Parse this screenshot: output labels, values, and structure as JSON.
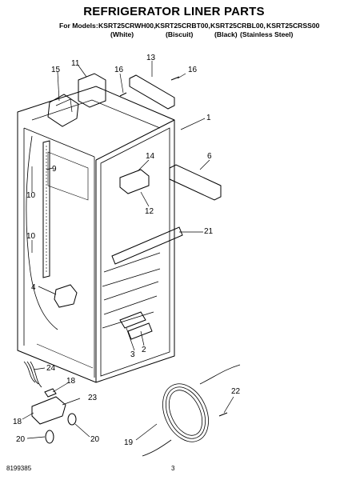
{
  "header": {
    "title": "REFRIGERATOR LINER PARTS",
    "for_models_label": "For Models:",
    "models": [
      "KSRT25CRWH00,",
      "KSRT25CRBT00,",
      "KSRT25CRBL00,",
      "KSRT25CRSS00"
    ],
    "colors": [
      "(White)",
      "(Biscuit)",
      "(Black)",
      "(Stainless Steel)"
    ]
  },
  "callouts": [
    "1",
    "2",
    "3",
    "4",
    "6",
    "9",
    "10",
    "10",
    "11",
    "12",
    "13",
    "14",
    "15",
    "16",
    "16",
    "18",
    "18",
    "19",
    "20",
    "20",
    "21",
    "22",
    "23",
    "24"
  ],
  "footer": {
    "doc_number": "8199385",
    "page_number": "3"
  }
}
